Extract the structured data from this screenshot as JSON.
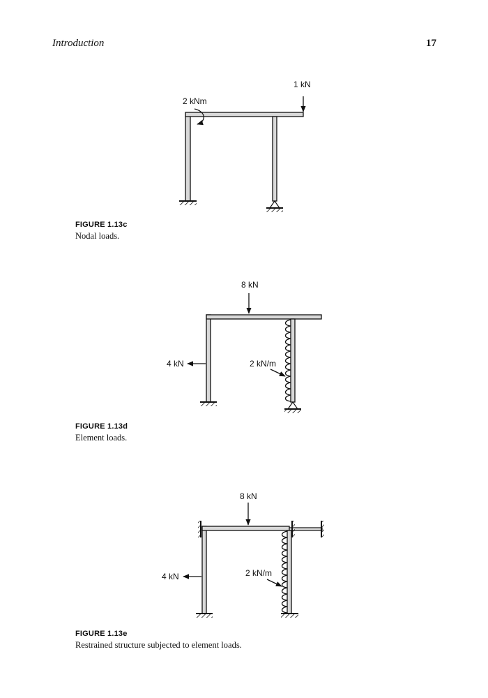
{
  "header": {
    "running_title": "Introduction",
    "page_number": "17"
  },
  "figures": [
    {
      "label": "FIGURE 1.13c",
      "caption": "Nodal loads.",
      "loads": {
        "moment": "2 kNm",
        "point": "1 kN"
      }
    },
    {
      "label": "FIGURE 1.13d",
      "caption": "Element loads.",
      "loads": {
        "point_vertical": "8 kN",
        "point_horizontal": "4 kN",
        "distributed": "2 kN/m"
      }
    },
    {
      "label": "FIGURE 1.13e",
      "caption": "Restrained structure subjected to element loads.",
      "loads": {
        "point_vertical": "8 kN",
        "point_horizontal": "4 kN",
        "distributed": "2 kN/m"
      }
    }
  ]
}
